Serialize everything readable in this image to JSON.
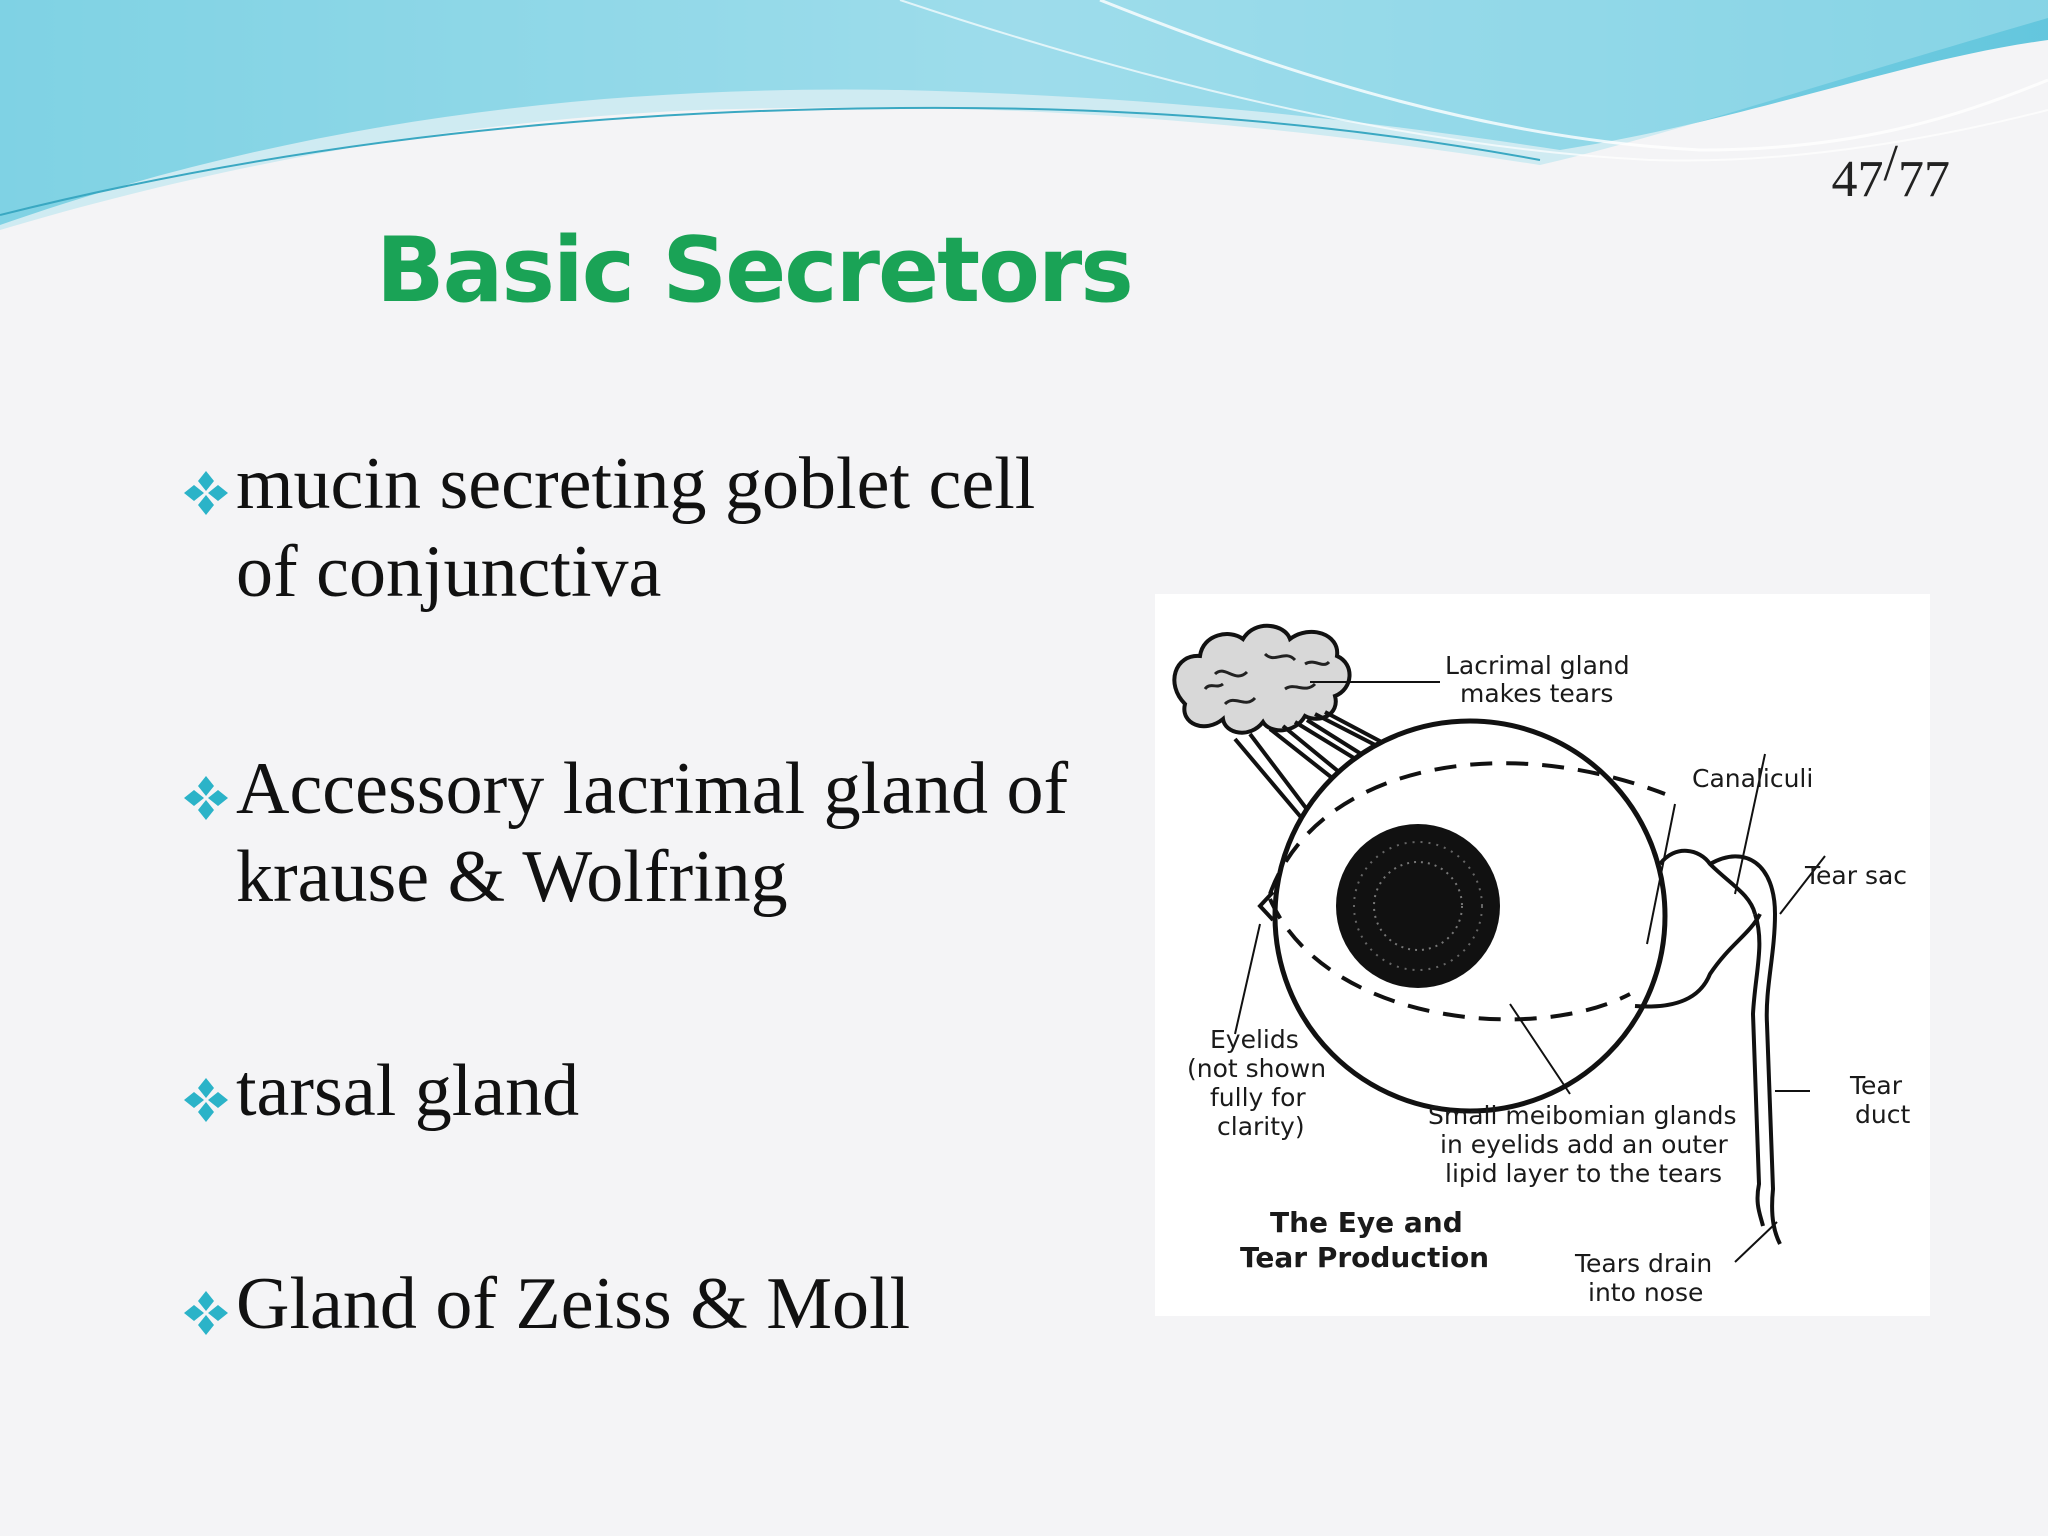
{
  "slide": {
    "page_current": "47",
    "page_separator": "/",
    "page_total": "77",
    "title": "Basic Secretors"
  },
  "bullets": [
    {
      "line1": "mucin secreting goblet cell",
      "line2": "of conjunctiva"
    },
    {
      "line1": "Accessory lacrimal gland of",
      "line2": "krause  & Wolfring"
    },
    {
      "line1": " tarsal gland",
      "line2": ""
    },
    {
      "line1": "Gland of Zeiss  & Moll",
      "line2": ""
    }
  ],
  "diagram": {
    "labels": {
      "lacrimal_1": "Lacrimal gland",
      "lacrimal_2": "makes tears",
      "canaliculi": "Canaliculi",
      "tear_sac": "Tear sac",
      "eyelids_1": "Eyelids",
      "eyelids_2": "(not shown",
      "eyelids_3": "fully for",
      "eyelids_4": "clarity)",
      "meibomian_1": "Small meibomian glands",
      "meibomian_2": "in eyelids add an outer",
      "meibomian_3": "lipid layer to the tears",
      "tear_duct_1": "Tear",
      "tear_duct_2": "duct",
      "drain_1": "Tears drain",
      "drain_2": "into nose",
      "caption_1": "The Eye and",
      "caption_2": "Tear Production"
    }
  },
  "colors": {
    "title": "#1aa356",
    "bullet_mark": "#2bb3c8",
    "wave": "#5cc4dc"
  }
}
